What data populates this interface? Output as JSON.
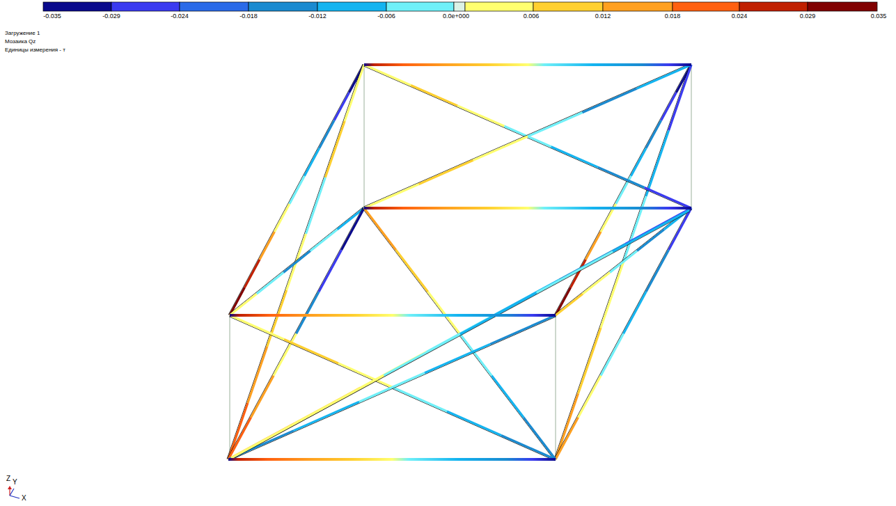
{
  "diagram": {
    "labels": [
      "-0.035",
      "-0.029",
      "-0.024",
      "-0.018",
      "-0.012",
      "-0.006",
      "0.0e+000",
      "0.006",
      "0.012",
      "0.018",
      "0.024",
      "0.029",
      "0.035",
      "Загружение 1",
      "Мозаика Qz",
      "Единицы измерения - т",
      "Z",
      "Y",
      "X"
    ]
  }
}
